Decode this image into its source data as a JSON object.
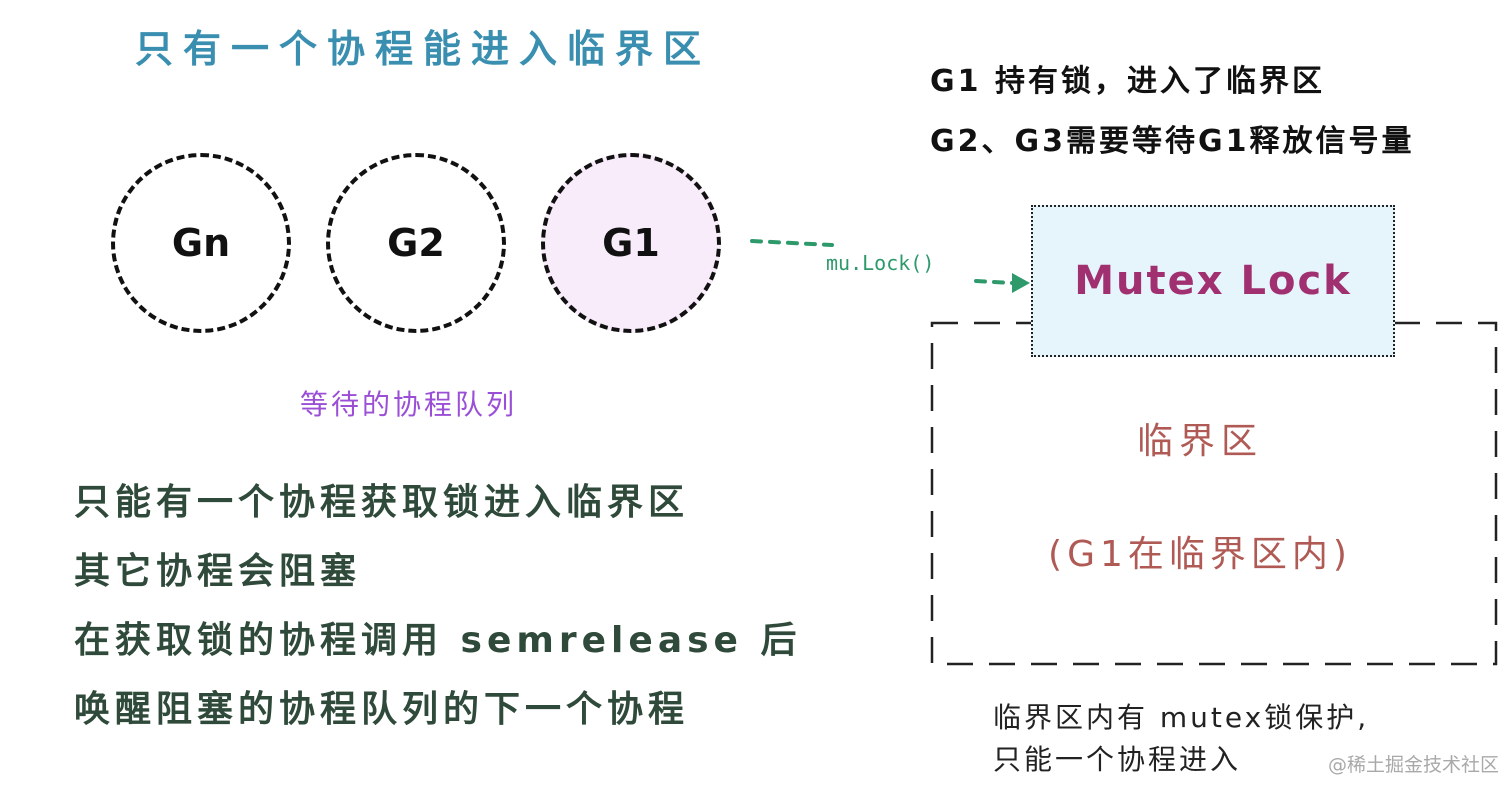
{
  "title": "只有一个协程能进入临界区",
  "queue": {
    "goroutines": [
      "Gn",
      "G2",
      "G1"
    ],
    "label": "等待的协程队列"
  },
  "notes": [
    "只能有一个协程获取锁进入临界区",
    "其它协程会阻塞",
    "在获取锁的协程调用 semrelease 后",
    "唤醒阻塞的协程队列的下一个协程"
  ],
  "status": {
    "line1": "G1 持有锁，进入了临界区",
    "line2": "G2、G3需要等待G1释放信号量"
  },
  "lock_call": "mu.Lock()",
  "mutex_label": "Mutex Lock",
  "critical": {
    "label": "临界区",
    "sub": "(G1在临界区内)"
  },
  "protect": {
    "line1": "临界区内有 mutex锁保护,",
    "line2": "只能一个协程进入"
  },
  "watermark": "@稀土掘金技术社区",
  "colors": {
    "title": "#3a8fb0",
    "queue_label": "#9a4fd6",
    "notes": "#2f4a3a",
    "lock_arrow": "#2e9a6c",
    "mutex_text": "#a03070",
    "mutex_bg": "#e6f4fc",
    "critical_text": "#b05a55",
    "active_circle_bg": "#f8ecfb"
  }
}
